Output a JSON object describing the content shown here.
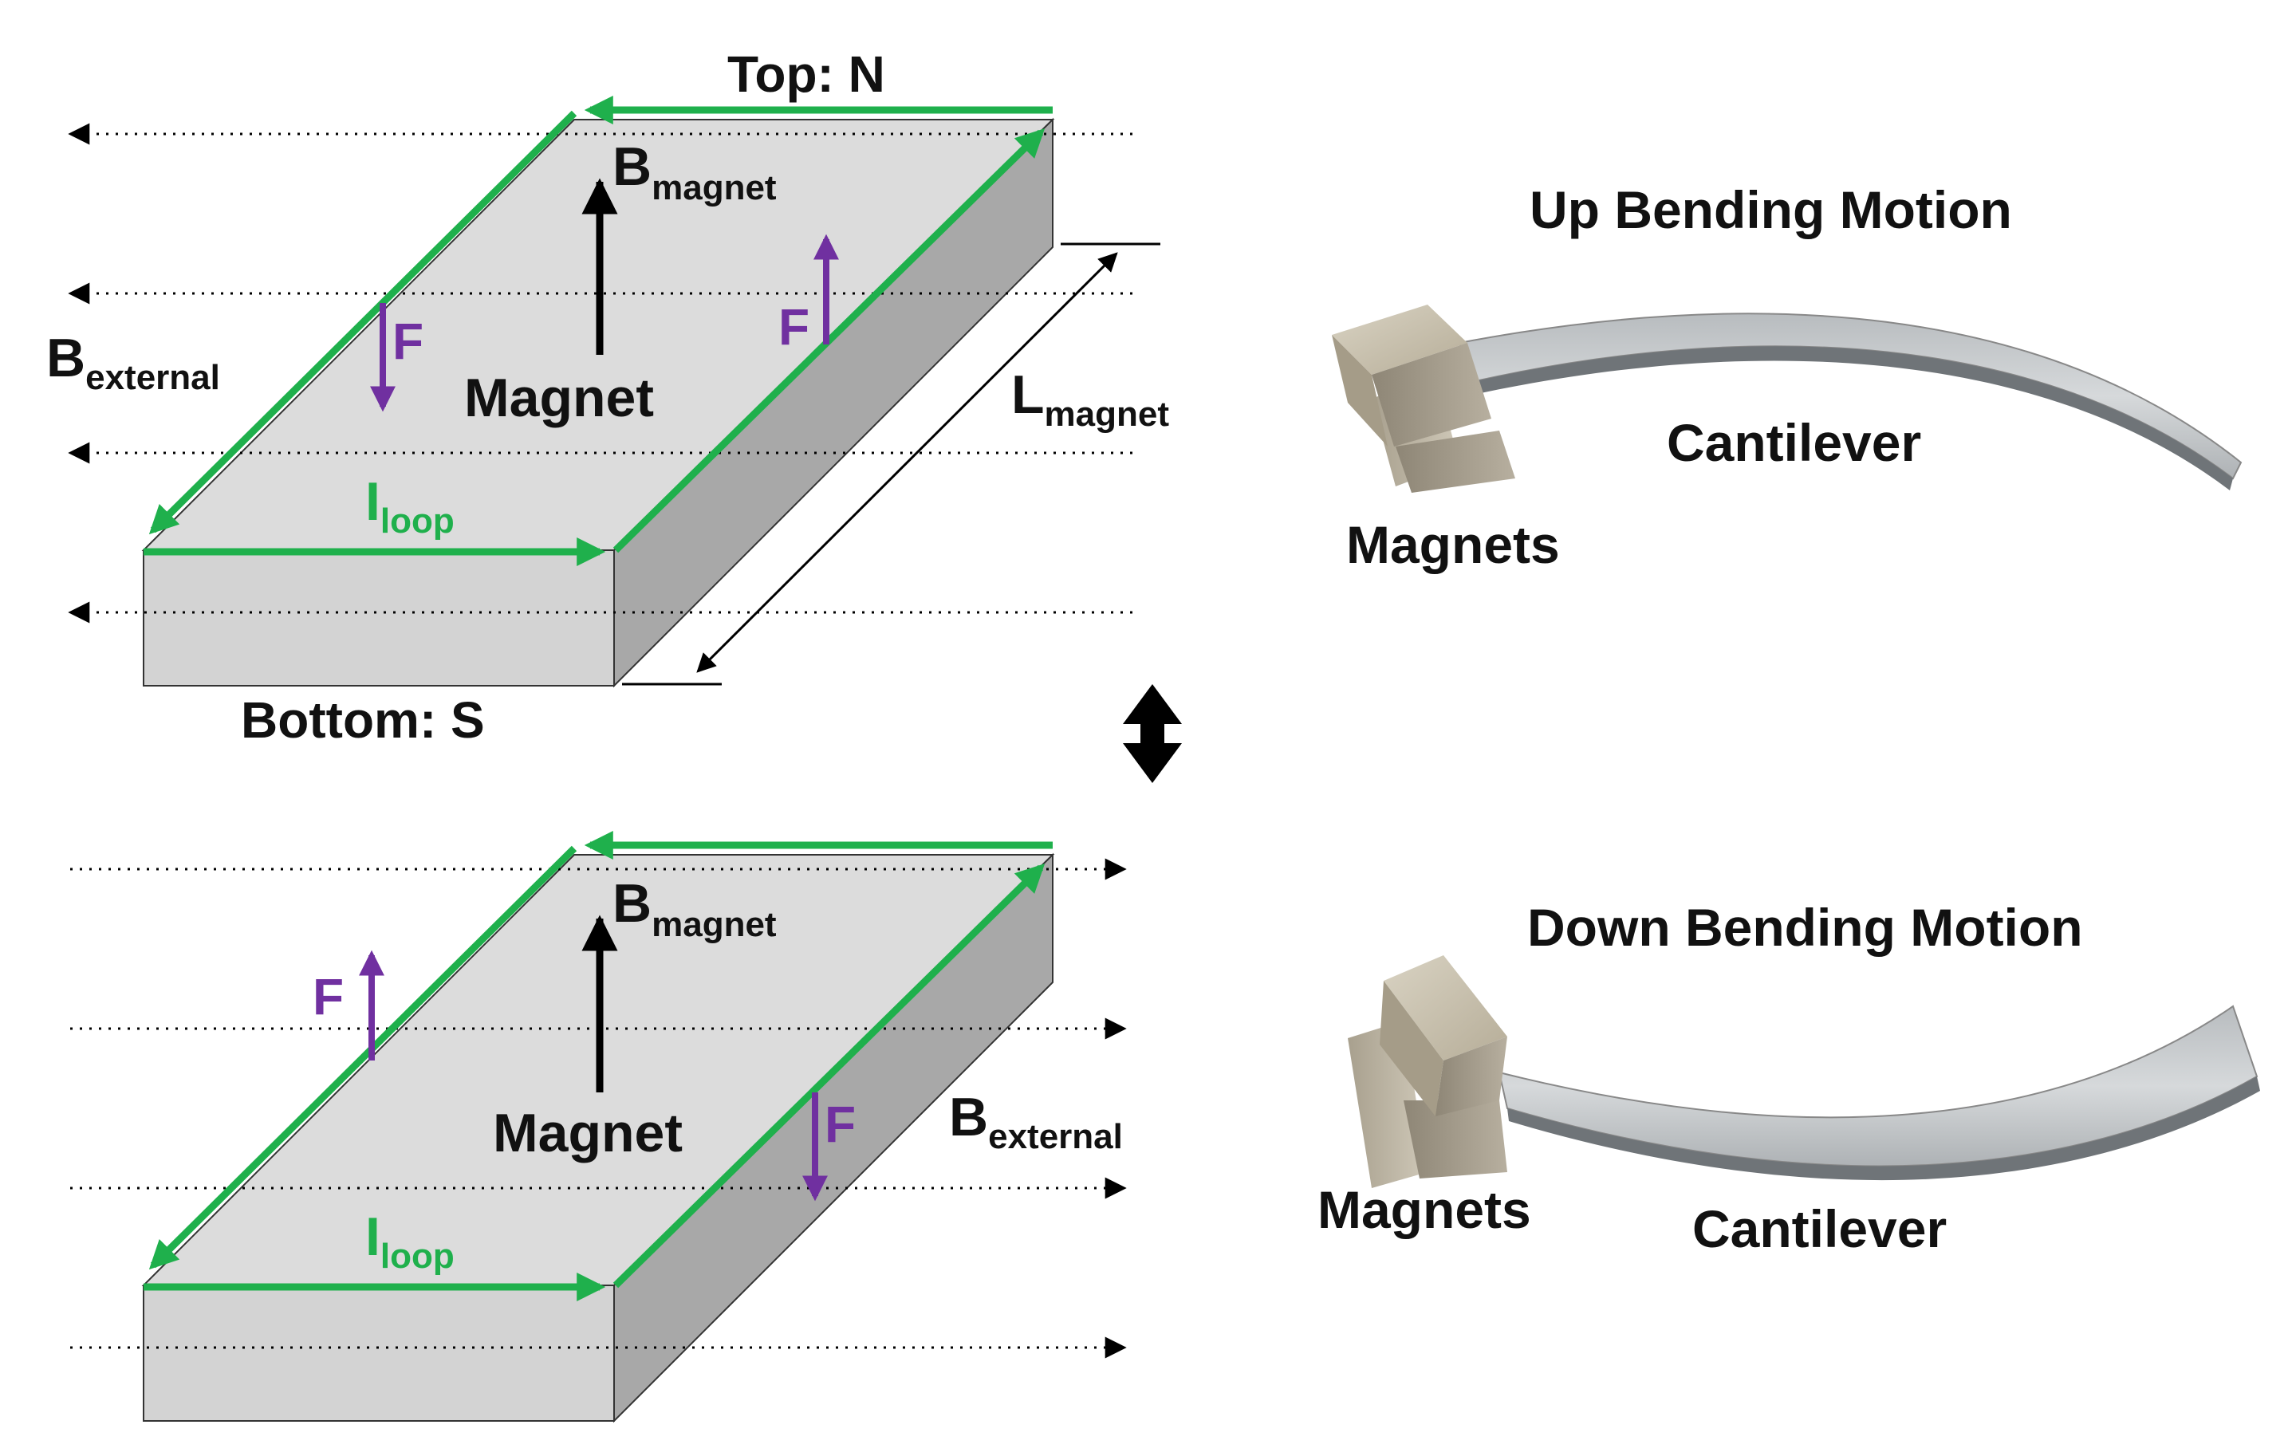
{
  "top_panel": {
    "top_label": "Top: N",
    "bottom_label": "Bottom: S",
    "b_magnet": {
      "base": "B",
      "sub": "magnet"
    },
    "magnet_label": "Magnet",
    "b_external": {
      "base": "B",
      "sub": "external"
    },
    "l_magnet": {
      "base": "L",
      "sub": "magnet"
    },
    "i_loop": {
      "base": "I",
      "sub": "loop"
    },
    "force_left": "F",
    "force_right": "F"
  },
  "bottom_panel": {
    "b_magnet": {
      "base": "B",
      "sub": "magnet"
    },
    "magnet_label": "Magnet",
    "b_external": {
      "base": "B",
      "sub": "external"
    },
    "i_loop": {
      "base": "I",
      "sub": "loop"
    },
    "force_left": "F",
    "force_right": "F"
  },
  "up_motion": {
    "title": "Up Bending Motion",
    "cantilever_label": "Cantilever",
    "magnets_label": "Magnets"
  },
  "down_motion": {
    "title": "Down Bending Motion",
    "cantilever_label": "Cantilever",
    "magnets_label": "Magnets"
  },
  "colors": {
    "loop_green": "#1fb04c",
    "force_purple": "#7030a0",
    "magnet_top": "#dcdcdc",
    "magnet_front": "#cfcfcf",
    "magnet_side": "#a9a9a9"
  }
}
